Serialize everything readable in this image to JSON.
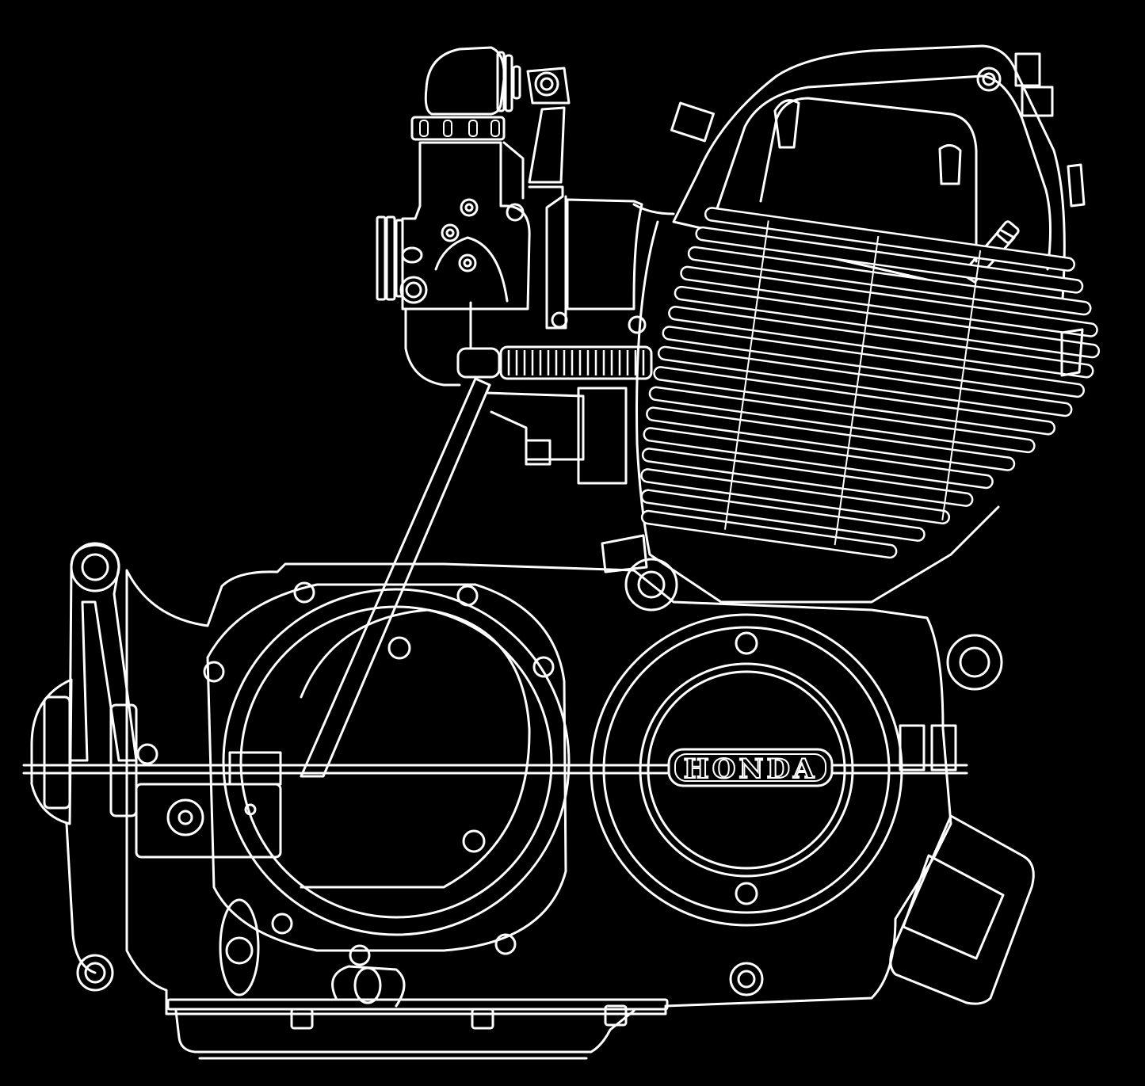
{
  "illustration": {
    "subject": "Honda single-cylinder motorcycle engine line drawing",
    "style": "white line art on black background",
    "background_color": "#000000",
    "line_color": "#ffffff"
  },
  "labels": {
    "brand_badge": "HONDA"
  },
  "components": [
    {
      "id": "air-filter-cap",
      "label": "Air intake cap"
    },
    {
      "id": "carburetor",
      "label": "Carburetor"
    },
    {
      "id": "throttle-bracket",
      "label": "Throttle cable bracket"
    },
    {
      "id": "intake-manifold",
      "label": "Intake manifold"
    },
    {
      "id": "cylinder-head",
      "label": "Cylinder head / valve cover"
    },
    {
      "id": "cylinder-fins",
      "label": "Cylinder cooling fins"
    },
    {
      "id": "spark-plug",
      "label": "Spark plug"
    },
    {
      "id": "crankcase-stay",
      "label": "Crankcase frame stay"
    },
    {
      "id": "clutch-cover",
      "label": "Clutch cover (left round cover)"
    },
    {
      "id": "generator-cover",
      "label": "Generator / alternator cover with HONDA badge"
    },
    {
      "id": "kickstarter",
      "label": "Kick starter arm"
    },
    {
      "id": "shift-lever",
      "label": "Gear shift lever"
    },
    {
      "id": "oil-pan",
      "label": "Oil pan / sump"
    },
    {
      "id": "exhaust-flange",
      "label": "Exhaust flange block"
    },
    {
      "id": "breather-hose",
      "label": "Corrugated breather hose"
    }
  ]
}
